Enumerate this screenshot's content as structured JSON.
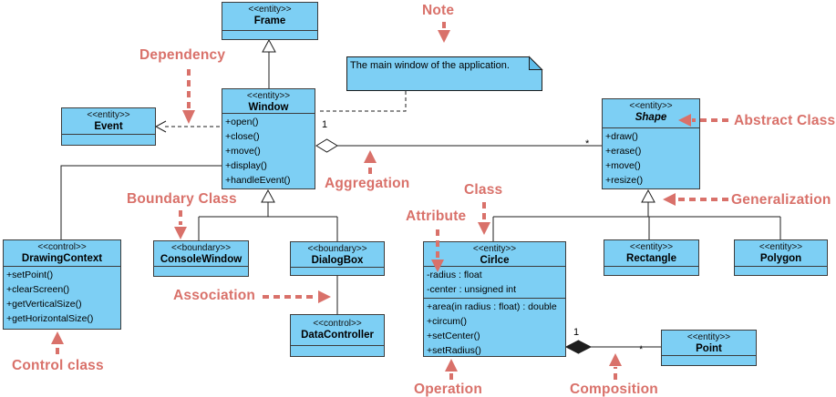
{
  "colors": {
    "box_fill": "#7DCFF4",
    "box_border": "#3c3c3c",
    "line": "#1e1e1e",
    "annotation": "#d9716a",
    "note_flap": "#60bde9"
  },
  "classes": {
    "frame": {
      "stereotype": "<<entity>>",
      "name": "Frame"
    },
    "window": {
      "stereotype": "<<entity>>",
      "name": "Window",
      "operations": [
        "+open()",
        "+close()",
        "+move()",
        "+display()",
        "+handleEvent()"
      ]
    },
    "event": {
      "stereotype": "<<entity>>",
      "name": "Event"
    },
    "shape": {
      "stereotype": "<<entity>>",
      "name": "Shape",
      "operations": [
        "+draw()",
        "+erase()",
        "+move()",
        "+resize()"
      ]
    },
    "drawing_context": {
      "stereotype": "<<control>>",
      "name": "DrawingContext",
      "operations": [
        "+setPoint()",
        "+clearScreen()",
        "+getVerticalSize()",
        "+getHorizontalSize()"
      ]
    },
    "console_window": {
      "stereotype": "<<boundary>>",
      "name": "ConsoleWindow"
    },
    "dialog_box": {
      "stereotype": "<<boundary>>",
      "name": "DialogBox"
    },
    "data_controller": {
      "stereotype": "<<control>>",
      "name": "DataController"
    },
    "circle": {
      "stereotype": "<<entity>>",
      "name": "Cirlce",
      "attributes": [
        "-radius : float",
        "-center : unsigned int"
      ],
      "operations": [
        "+area(in radius : float) : double",
        "+circum()",
        "+setCenter()",
        "+setRadius()"
      ]
    },
    "rectangle": {
      "stereotype": "<<entity>>",
      "name": "Rectangle"
    },
    "polygon": {
      "stereotype": "<<entity>>",
      "name": "Polygon"
    },
    "point": {
      "stereotype": "<<entity>>",
      "name": "Point"
    }
  },
  "note": {
    "text": "The main window of the application."
  },
  "annotations": {
    "note": "Note",
    "dependency": "Dependency",
    "boundary_class": "Boundary Class",
    "aggregation": "Aggregation",
    "cls": "Class",
    "attribute": "Attribute",
    "abstract_class": "Abstract Class",
    "generalization": "Generalization",
    "association": "Association",
    "operation": "Operation",
    "composition": "Composition",
    "control_class": "Control class"
  },
  "multiplicities": {
    "aggregation_one": "1",
    "aggregation_many": "*",
    "composition_one": "1",
    "composition_many": "*"
  }
}
